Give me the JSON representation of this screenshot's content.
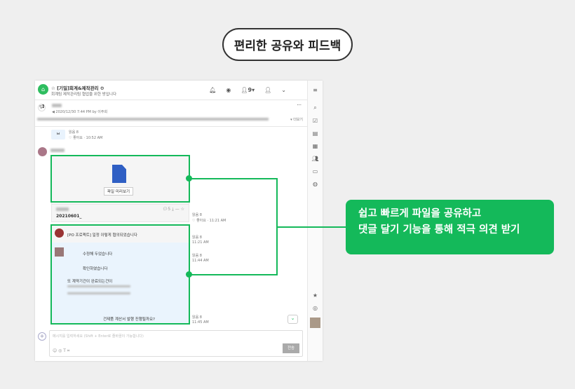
{
  "headline": "편리한 공유와 피드백",
  "callout": {
    "line1": "쉽고 빠르게 파일을 공유하고",
    "line2": "댓글 달기 기능을 통해 적극 의견 받기"
  },
  "room": {
    "title": "☆ [기밀]회계&제작관리 ⚙",
    "description": "회계팀 제작관리팀 협업을 위한 방입니다",
    "member_count": "9"
  },
  "notice": {
    "meta": "◀ 2020/12/30 7:44 PM by 이주희",
    "more": "▾ 더보기"
  },
  "messages": [
    {
      "read": "읽음 8",
      "meta": "♡ 좋아요 · 10:52 AM"
    },
    {
      "preview_label": "파일 미리보기",
      "file_name": "20210601_",
      "comment_count": "5",
      "read": "읽음 8",
      "meta": "♡ 좋아요 · 11:21 AM"
    },
    {
      "text": "[PO 프로젝트] 일정 이렇게 협의되었습니다",
      "read": "읽음 8",
      "time": "11:21 AM"
    },
    {
      "text": "수정해 두었습니다",
      "read": "읽음 8",
      "time": "11:44 AM"
    },
    {
      "text": "확인하였습니다"
    },
    {
      "text": "또 계약기간이 완료되는건이"
    },
    {
      "text": "건제품 계산서 발행 진행될까요?",
      "read": "읽음 8",
      "time": "11:45 AM"
    }
  ],
  "composer": {
    "placeholder": "메시지를 입력하세요 (Shift + Enter로 줄바꿈이 가능합니다)",
    "send": "전송"
  }
}
